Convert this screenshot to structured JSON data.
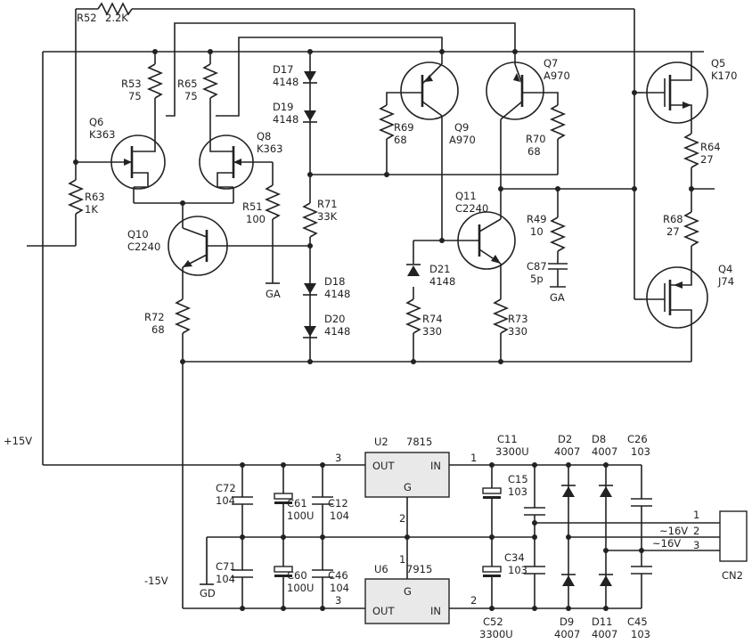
{
  "resistors": {
    "R52": {
      "ref": "R52",
      "value": "2.2K"
    },
    "R53": {
      "ref": "R53",
      "value": "75"
    },
    "R65": {
      "ref": "R65",
      "value": "75"
    },
    "R63": {
      "ref": "R63",
      "value": "1K"
    },
    "R51": {
      "ref": "R51",
      "value": "100"
    },
    "R71": {
      "ref": "R71",
      "value": "33K"
    },
    "R72": {
      "ref": "R72",
      "value": "68"
    },
    "R69": {
      "ref": "R69",
      "value": "68"
    },
    "R70": {
      "ref": "R70",
      "value": "68"
    },
    "R49": {
      "ref": "R49",
      "value": "10"
    },
    "R74": {
      "ref": "R74",
      "value": "330"
    },
    "R73": {
      "ref": "R73",
      "value": "330"
    },
    "R64": {
      "ref": "R64",
      "value": "27"
    },
    "R68": {
      "ref": "R68",
      "value": "27"
    }
  },
  "diodes": {
    "D17": {
      "ref": "D17",
      "value": "4148"
    },
    "D19": {
      "ref": "D19",
      "value": "4148"
    },
    "D18": {
      "ref": "D18",
      "value": "4148"
    },
    "D20": {
      "ref": "D20",
      "value": "4148"
    },
    "D21": {
      "ref": "D21",
      "value": "4148"
    },
    "D2": {
      "ref": "D2",
      "value": "4007"
    },
    "D8": {
      "ref": "D8",
      "value": "4007"
    },
    "D9": {
      "ref": "D9",
      "value": "4007"
    },
    "D11": {
      "ref": "D11",
      "value": "4007"
    }
  },
  "transistors": {
    "Q6": {
      "ref": "Q6",
      "value": "K363"
    },
    "Q8": {
      "ref": "Q8",
      "value": "K363"
    },
    "Q10": {
      "ref": "Q10",
      "value": "C2240"
    },
    "Q9": {
      "ref": "Q9",
      "value": "A970"
    },
    "Q7": {
      "ref": "Q7",
      "value": "A970"
    },
    "Q11": {
      "ref": "Q11",
      "value": "C2240"
    },
    "Q5": {
      "ref": "Q5",
      "value": "K170"
    },
    "Q4": {
      "ref": "Q4",
      "value": "J74"
    }
  },
  "capacitors": {
    "C87": {
      "ref": "C87",
      "value": "5p"
    },
    "C72": {
      "ref": "C72",
      "value": "104"
    },
    "C61": {
      "ref": "C61",
      "value": "100U"
    },
    "C12": {
      "ref": "C12",
      "value": "104"
    },
    "C71": {
      "ref": "C71",
      "value": "104"
    },
    "C60": {
      "ref": "C60",
      "value": "100U"
    },
    "C46": {
      "ref": "C46",
      "value": "104"
    },
    "C11": {
      "ref": "C11",
      "value": "3300U"
    },
    "C15": {
      "ref": "C15",
      "value": "103"
    },
    "C34": {
      "ref": "C34",
      "value": "103"
    },
    "C52": {
      "ref": "C52",
      "value": "3300U"
    },
    "C26": {
      "ref": "C26",
      "value": "103"
    },
    "C45": {
      "ref": "C45",
      "value": "103"
    }
  },
  "regulators": {
    "U2": {
      "ref": "U2",
      "part": "7815",
      "out": "OUT",
      "in": "IN",
      "g": "G"
    },
    "U6": {
      "ref": "U6",
      "part": "7915",
      "out": "OUT",
      "in": "IN",
      "g": "G"
    }
  },
  "pins": {
    "p1": "1",
    "p2": "2",
    "p3": "3"
  },
  "nets": {
    "pos": "+15V",
    "neg": "-15V",
    "ga": "GA",
    "gd": "GD",
    "ac": "~16V"
  },
  "connector": {
    "ref": "CN2",
    "pins": [
      "1",
      "2",
      "3"
    ]
  }
}
